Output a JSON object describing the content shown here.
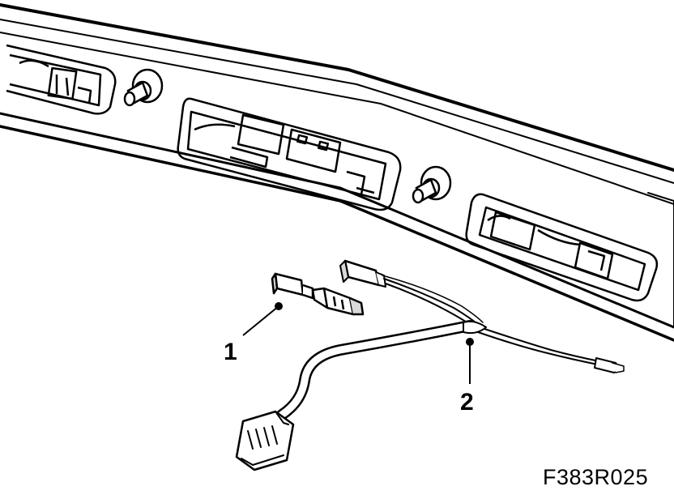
{
  "callouts": [
    {
      "number": "1"
    },
    {
      "number": "2"
    }
  ],
  "figure_code": "F383R025",
  "colors": {
    "ink": "#000000",
    "paper": "#ffffff",
    "tone": "#d9d9d9"
  }
}
